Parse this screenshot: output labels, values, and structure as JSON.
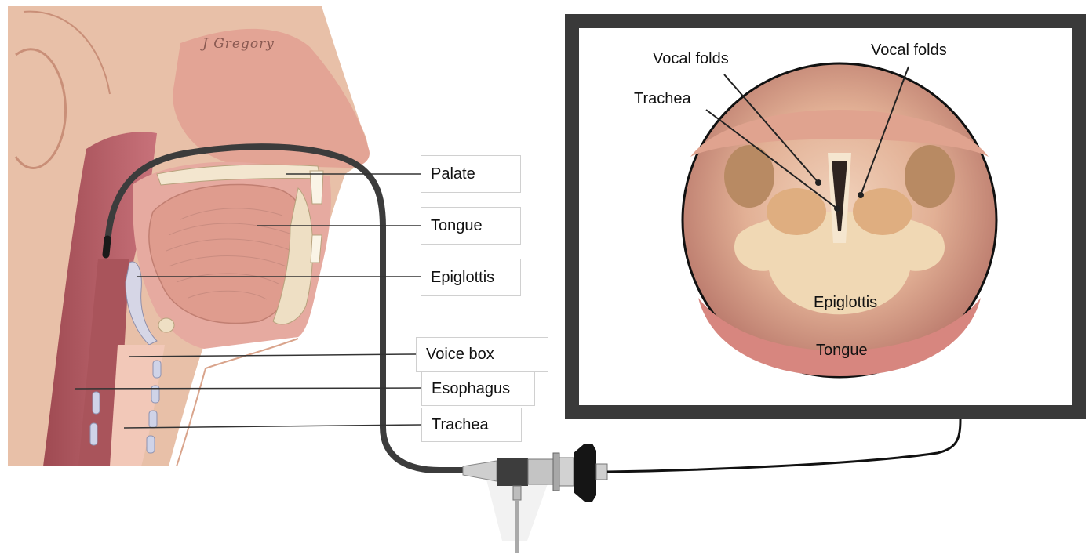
{
  "artist_signature": "J Gregory",
  "anatomy_labels": {
    "palate": "Palate",
    "tongue": "Tongue",
    "epiglottis": "Epiglottis",
    "voice_box": "Voice box",
    "esophagus": "Esophagus",
    "trachea": "Trachea"
  },
  "monitor_labels": {
    "vocal_folds_left": "Vocal folds",
    "vocal_folds_right": "Vocal folds",
    "trachea": "Trachea",
    "epiglottis": "Epiglottis",
    "tongue": "Tongue"
  },
  "colors": {
    "skin": "#e8c0a8",
    "tissue_pink": "#e2a69a",
    "muscle_red": "#b45a5e",
    "scope_tube": "#444444",
    "monitor_frame": "#3a3a3a"
  }
}
